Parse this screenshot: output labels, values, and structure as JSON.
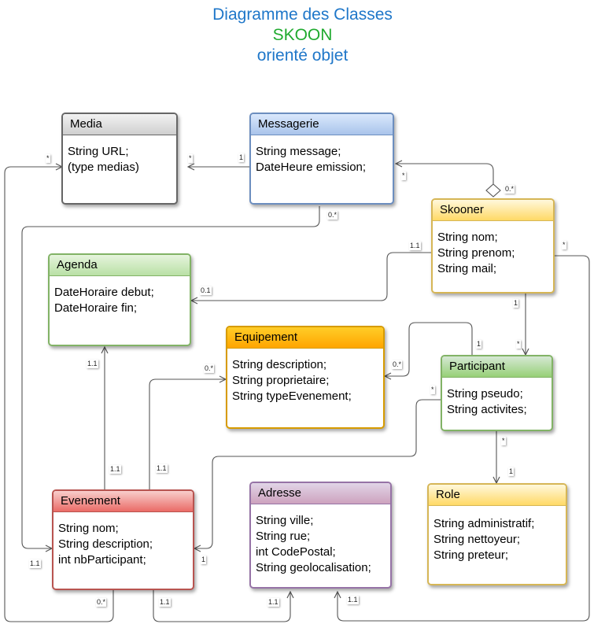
{
  "title": {
    "line1": "Diagramme des Classes",
    "line2": "SKOON",
    "line3": "orienté objet"
  },
  "colors": {
    "title_blue": "#1f77c9",
    "title_green": "#1faa2e",
    "media": "#666666",
    "messagerie": "#6c8ebf",
    "skooner": "#d6b656",
    "agenda": "#82b366",
    "equipement": "#d79b00",
    "participant": "#82b366",
    "evenement": "#b85450",
    "adresse": "#9673a6",
    "role": "#d6b656"
  },
  "classes": {
    "media": {
      "name": "Media",
      "attrs": [
        "String URL;",
        "(type medias)"
      ]
    },
    "messagerie": {
      "name": "Messagerie",
      "attrs": [
        "String message;",
        "DateHeure emission;"
      ]
    },
    "skooner": {
      "name": "Skooner",
      "attrs": [
        "String nom;",
        "String prenom;",
        "String mail;"
      ]
    },
    "agenda": {
      "name": "Agenda",
      "attrs": [
        "DateHoraire debut;",
        "DateHoraire fin;"
      ]
    },
    "equipement": {
      "name": "Equipement",
      "attrs": [
        "String description;",
        "String proprietaire;",
        "String typeEvenement;"
      ]
    },
    "participant": {
      "name": "Participant",
      "attrs": [
        "String pseudo;",
        "String activites;"
      ]
    },
    "evenement": {
      "name": "Evenement",
      "attrs": [
        "String nom;",
        "String description;",
        "int nbParticipant;"
      ]
    },
    "adresse": {
      "name": "Adresse",
      "attrs": [
        "String ville;",
        "String rue;",
        "int CodePostal;",
        "String geolocalisation;"
      ]
    },
    "role": {
      "name": "Role",
      "attrs": [
        "String administratif;",
        "String nettoyeur;",
        "String preteur;"
      ]
    }
  },
  "multiplicities": {
    "media_left": "*",
    "media_right": "*",
    "messagerie_left": "1",
    "messagerie_right": "*",
    "messagerie_bottom": "0.*",
    "skooner_top": "0.*",
    "skooner_left": "1.1",
    "skooner_right": "*",
    "skooner_bottom": "1",
    "agenda_right": "0.1",
    "agenda_bottom": "1.1",
    "equipement_top": "0.*",
    "equipement_right": "0.*",
    "participant_top_left": "1",
    "participant_top": "*",
    "participant_left": "*",
    "participant_bottom": "*",
    "role_top": "1",
    "evenement_top_left": "1.1",
    "evenement_top_right": "1.1",
    "evenement_right": "1",
    "evenement_left": "1.1",
    "evenement_bottom_left": "0.*",
    "evenement_bottom_right": "1.1",
    "adresse_bottom_left": "1.1",
    "adresse_bottom_right": "1.1"
  }
}
